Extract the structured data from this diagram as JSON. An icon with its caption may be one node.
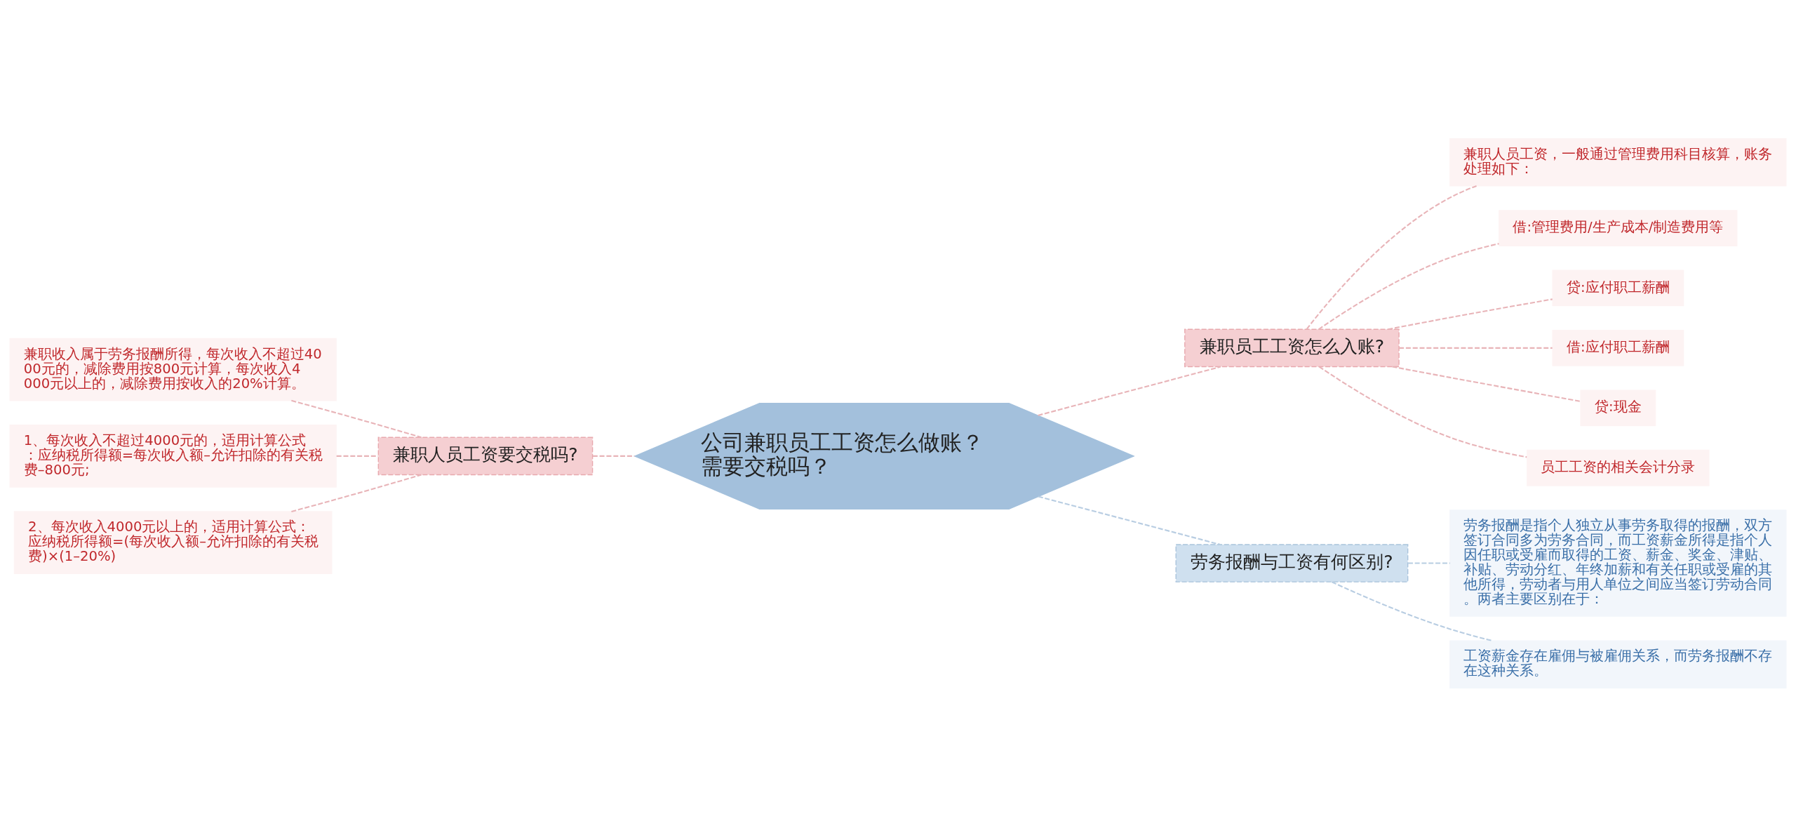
{
  "diagram": {
    "nodes": [
      {
        "text": [
          "公司兼职员工工资怎么做账？需要交税吗？"
        ]
      },
      {
        "text": [
          "兼职人员工资要交税吗?"
        ]
      },
      {
        "text": [
          "兼职收入属于劳务报酬所得，每次收入不超过4000元的，减除费用按800元计算，每次收入4000元以上的，减除费用按收入的20%计算。"
        ]
      },
      {
        "text": [
          "1、每次收入不超过4000元的，适用计算公式：应纳税所得额=每次收入额–允许扣除的有关税费–800元;"
        ]
      },
      {
        "text": [
          "2、每次收入4000元以上的，适用计算公式：应纳税所得额=(每次收入额–允许扣除的有关税费)×(1–20%)"
        ]
      },
      {
        "text": [
          "兼职员工工资怎么入账?"
        ]
      },
      {
        "text": [
          "兼职人员工资，一般通过管理费用科目核算，账务处理如下："
        ]
      },
      {
        "text": [
          "借:管理费用/生产成本/制造费用等"
        ]
      },
      {
        "text": [
          "贷:应付职工薪酬"
        ]
      },
      {
        "text": [
          "借:应付职工薪酬"
        ]
      },
      {
        "text": [
          "贷:现金"
        ]
      },
      {
        "text": [
          "员工工资的相关会计分录"
        ]
      },
      {
        "text": [
          "劳务报酬与工资有何区别?"
        ]
      },
      {
        "text": [
          "劳务报酬是指个人独立从事劳务取得的报酬，双方签订合同多为劳务合同，而工资薪金所得是指个人因任职或受雇而取得的工资、薪金、奖金、津贴、补贴、劳动分红、年终加薪和有关任职或受雇的其他所得，劳动者与用人单位之间应当签订劳动合同。两者主要区别在于："
        ]
      },
      {
        "text": [
          "工资薪金存在雇佣与被雇佣关系，而劳务报酬不存在这种关系。"
        ]
      }
    ],
    "edges": [
      {
        "from": 0,
        "to": 1,
        "arrow": "none",
        "style": "dashed"
      },
      {
        "from": 1,
        "to": 2,
        "arrow": "none",
        "style": "dashed"
      },
      {
        "from": 1,
        "to": 3,
        "arrow": "none",
        "style": "dashed"
      },
      {
        "from": 1,
        "to": 4,
        "arrow": "none",
        "style": "dashed"
      },
      {
        "from": 0,
        "to": 5,
        "arrow": "none",
        "style": "dashed"
      },
      {
        "from": 5,
        "to": 6,
        "arrow": "none",
        "style": "dashed"
      },
      {
        "from": 5,
        "to": 7,
        "arrow": "none",
        "style": "dashed"
      },
      {
        "from": 5,
        "to": 8,
        "arrow": "none",
        "style": "dashed"
      },
      {
        "from": 5,
        "to": 9,
        "arrow": "none",
        "style": "dashed"
      },
      {
        "from": 5,
        "to": 10,
        "arrow": "none",
        "style": "dashed"
      },
      {
        "from": 5,
        "to": 11,
        "arrow": "none",
        "style": "dashed"
      },
      {
        "from": 0,
        "to": 12,
        "arrow": "none",
        "style": "dashed",
        "color": "#b8cde2"
      },
      {
        "from": 12,
        "to": 13,
        "arrow": "none",
        "style": "dashed",
        "color": "#b8cde2"
      },
      {
        "from": 12,
        "to": 14,
        "arrow": "none",
        "style": "dashed",
        "color": "#b8cde2"
      }
    ]
  }
}
